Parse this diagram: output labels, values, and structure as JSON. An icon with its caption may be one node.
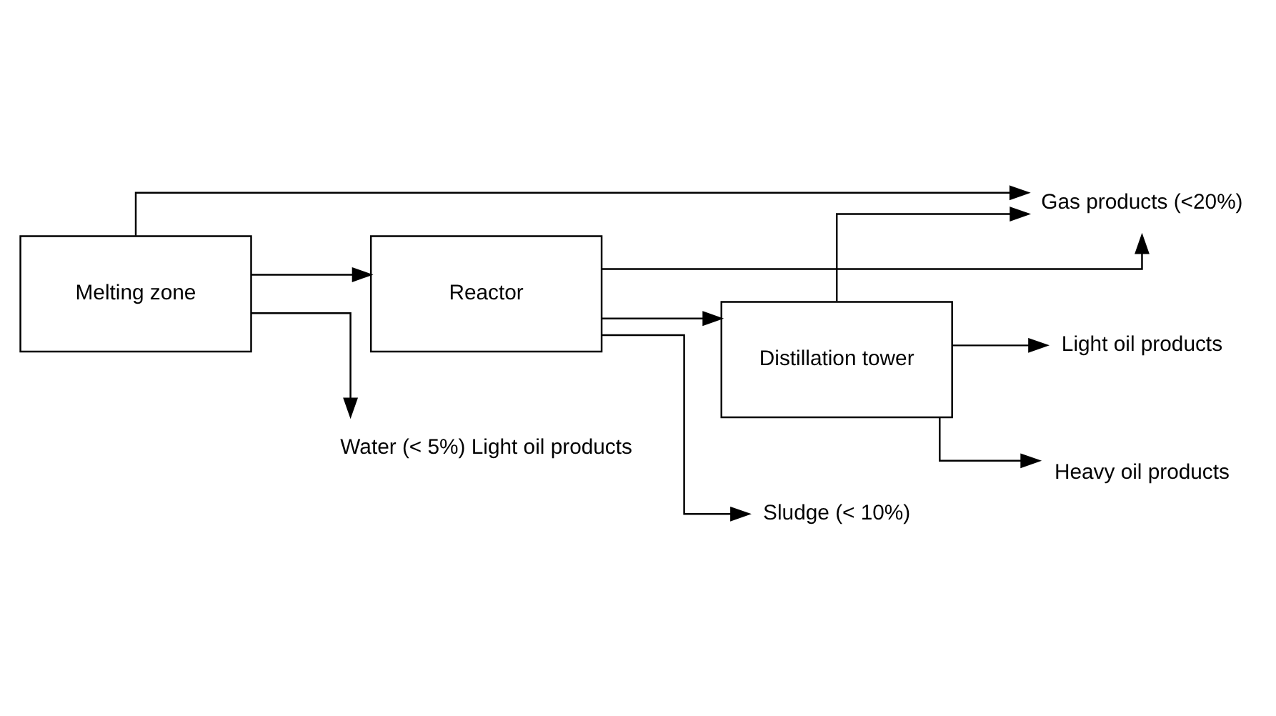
{
  "diagram": {
    "nodes": [
      {
        "text": [
          "Melting zone"
        ]
      },
      {
        "text": [
          "Reactor"
        ]
      },
      {
        "text": [
          "Distillation tower"
        ]
      },
      {
        "text": [
          "Gas products (<20%)"
        ]
      },
      {
        "text": [
          "Light oil products"
        ]
      },
      {
        "text": [
          "Heavy oil products"
        ]
      },
      {
        "text": [
          "Water (< 5%) Light oil products"
        ]
      },
      {
        "text": [
          "Sludge (< 10%)"
        ]
      }
    ],
    "edges": [
      {
        "from": 0,
        "to": 1,
        "arrow": "to"
      },
      {
        "from": 1,
        "to": 2,
        "arrow": "to"
      },
      {
        "from": 2,
        "to": 4,
        "arrow": "to"
      },
      {
        "from": 0,
        "to": 3,
        "arrow": "to"
      },
      {
        "from": 1,
        "to": 3,
        "arrow": "to"
      },
      {
        "from": 2,
        "to": 3,
        "arrow": "to"
      },
      {
        "from": 2,
        "to": 5,
        "arrow": "to"
      },
      {
        "from": 0,
        "to": 6,
        "arrow": "to"
      },
      {
        "from": 1,
        "to": 7,
        "arrow": "to"
      }
    ]
  }
}
